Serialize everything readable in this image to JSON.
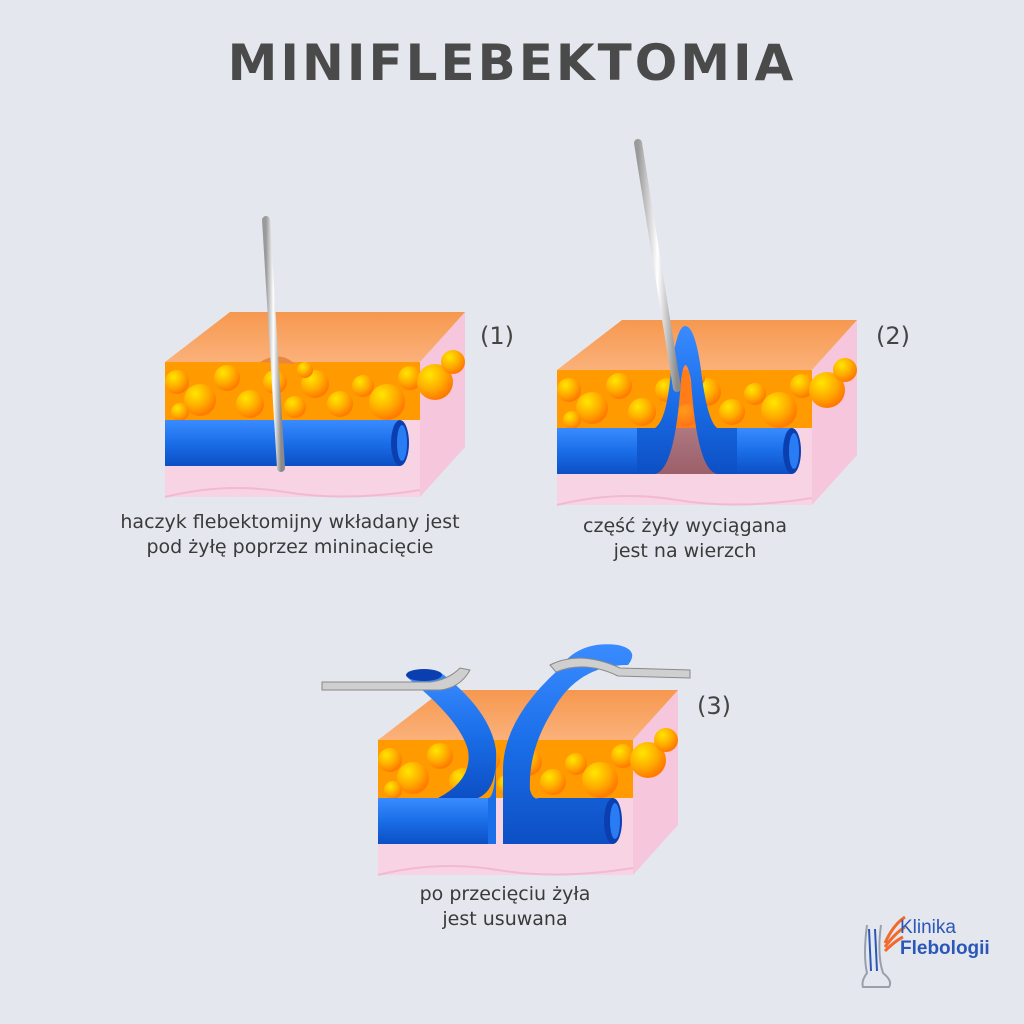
{
  "title": "MINIFLEBEKTOMIA",
  "steps": [
    {
      "number": "(1)",
      "caption_line1": "haczyk flebektomijny wkładany jest",
      "caption_line2": "pod żyłę poprzez mininacięcie"
    },
    {
      "number": "(2)",
      "caption_line1": "część żyły wyciągana",
      "caption_line2": "jest na wierzch"
    },
    {
      "number": "(3)",
      "caption_line1": "po przecięciu żyła",
      "caption_line2": "jest usuwana"
    }
  ],
  "logo": {
    "line1": "Klinika",
    "line2": "Flebologii"
  },
  "colors": {
    "background": "#e4e7ee",
    "vein": "#1a6ee8",
    "fat": "#ffa500",
    "skin": "#f7a565",
    "dermis": "#f8d3e3",
    "logo": "#2b57b8",
    "wing": "#f26a2a"
  }
}
